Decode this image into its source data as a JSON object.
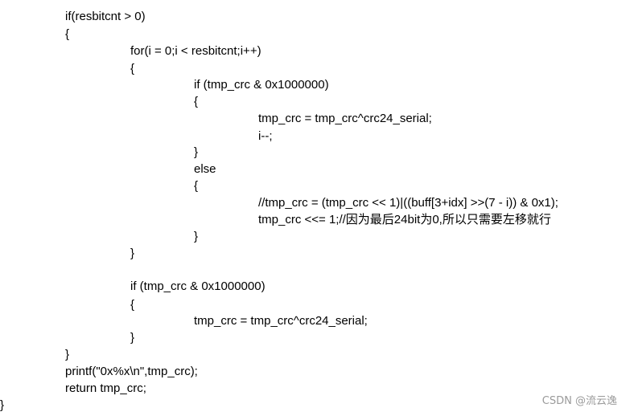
{
  "code": {
    "lines": [
      "if(resbitcnt > 0)",
      "{",
      "for(i = 0;i < resbitcnt;i++)",
      "{",
      "if (tmp_crc & 0x1000000)",
      "{",
      "tmp_crc = tmp_crc^crc24_serial;",
      "i--;",
      "}",
      "else",
      "{",
      "//tmp_crc = (tmp_crc << 1)|((buff[3+idx] >>(7 - i)) & 0x1);",
      "tmp_crc <<= 1;//因为最后24bit为0,所以只需要左移就行",
      "}",
      "}",
      "if (tmp_crc & 0x1000000)",
      "{",
      "tmp_crc = tmp_crc^crc24_serial;",
      "}",
      "}",
      "printf(\"0x%x\\n\",tmp_crc);",
      "return tmp_crc;",
      "}"
    ]
  },
  "watermark": "CSDN @流云逸"
}
